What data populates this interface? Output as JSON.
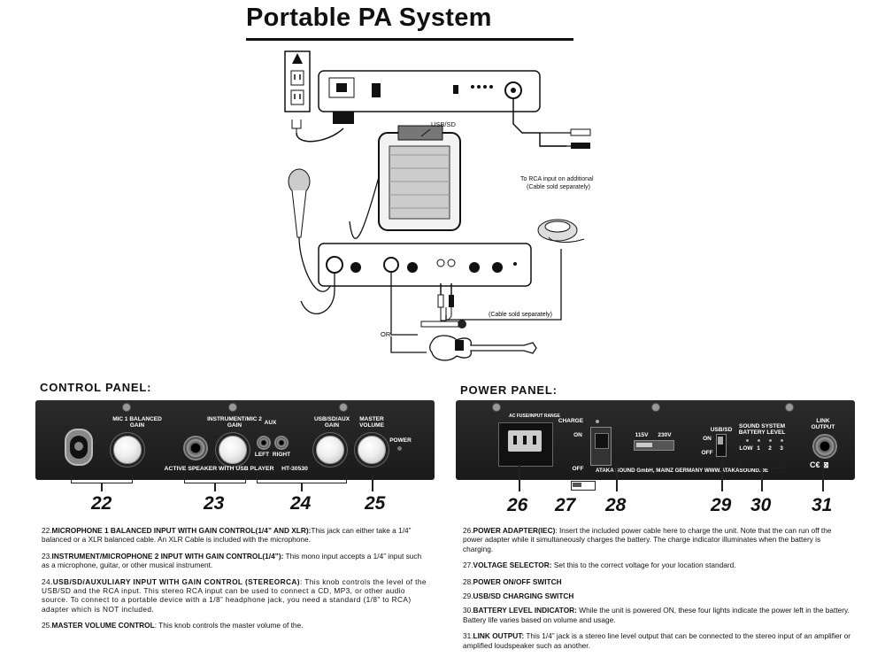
{
  "title": "Portable PA System",
  "diagram": {
    "usb_sd": "USB/SD",
    "rca_note": "To RCA input on additional\n(Cable sold separately)",
    "cable_note": "(Cable sold separately)",
    "or": "OR"
  },
  "control_panel": {
    "heading": "CONTROL PANEL:",
    "labels": {
      "mic1": "MIC 1 BALANCED\nGAIN",
      "inst": "INSTRUMENT/MIC 2\nGAIN",
      "aux": "AUX",
      "left": "LEFT",
      "right": "RIGHT",
      "usb": "USB/SD/AUX\nGAIN",
      "master": "MASTER\nVOLUME",
      "power": "POWER",
      "strip": "ACTIVE SPEAKER WITH USB PLAYER",
      "model": "HT-30530"
    },
    "numbers": [
      "22",
      "23",
      "24",
      "25"
    ]
  },
  "power_panel": {
    "heading": "POWER PANEL:",
    "labels": {
      "ac": "AC FUSE/INPUT RANGE",
      "charge": "CHARGE",
      "on": "ON",
      "off": "OFF",
      "v115": "115V",
      "v230": "230V",
      "usbsd": "USB/SD",
      "usb_on": "ON",
      "usb_off": "OFF",
      "battery": "SOUND SYSTEM\nBATTERY LEVEL",
      "low": "LOW",
      "b1": "1",
      "b2": "2",
      "b3": "3",
      "link": "LINK\nOUTPUT",
      "company": "ATAKA SOUND GmbH,  MAINZ GERMANY  WWW.ATAKASOUND.DE"
    },
    "numbers": [
      "26",
      "27",
      "28",
      "29",
      "30",
      "31"
    ]
  },
  "left_descriptions": [
    {
      "num": "22.",
      "title": "MICROPHONE 1 BALANCED INPUT WITH GAIN CONTROL(1/4” AND XLR):",
      "text": "This jack can either take a 1/4” balanced or a XLR balanced cable. An XLR Cable is included with the microphone."
    },
    {
      "num": "23.",
      "title": "INSTRUMENT/MICROPHONE 2 INPUT WITH GAIN CONTROL(1/4”):",
      "text": " This mono input accepts a 1/4” input such as a microphone, guitar, or other musical instrument."
    },
    {
      "num": "24.",
      "title": "USB/SD/AUXULIARY INPUT WITH GAIN CONTROL (STEREORCA)",
      "text": ": This knob controls the level of the USB/SD and the RCA input. This stereo RCA input can be used to connect a CD, MP3, or other audio source. To connect to a portable device with a 1/8” headphone jack, you need a standard (1/8” to RCA) adapter which is NOT included."
    },
    {
      "num": "25.",
      "title": "MASTER VOLUME CONTROL",
      "text": ": This knob  controls the master volume of the."
    }
  ],
  "right_descriptions": [
    {
      "num": "26.",
      "title": "POWER ADAPTER(IEC)",
      "text": ": Insert the included power cable here to charge the unit. Note that the can run off the power adapter while it simultaneously charges the battery. The charge indicator illuminates when the battery is charging."
    },
    {
      "num": "27.",
      "title": "VOLTAGE SELECTOR:",
      "text": " Set this to the correct voltage for your location standard."
    },
    {
      "num": "28.",
      "title": "POWER ON/OFF SWITCH",
      "text": ""
    },
    {
      "num": "29.",
      "title": "USB/SD CHARGING SWITCH",
      "text": ""
    },
    {
      "num": "30.",
      "title": "BATTERY LEVEL INDICATOR:",
      "text": " While the unit is powered ON, these four lights indicate the power left in the battery. Battery life varies based on volume and usage."
    },
    {
      "num": "31.",
      "title": "LINK OUTPUT:",
      "text": " This 1/4” jack is a stereo line level output that can be connected to the stereo input of an amplifier or amplified loudspeaker such as another."
    }
  ]
}
